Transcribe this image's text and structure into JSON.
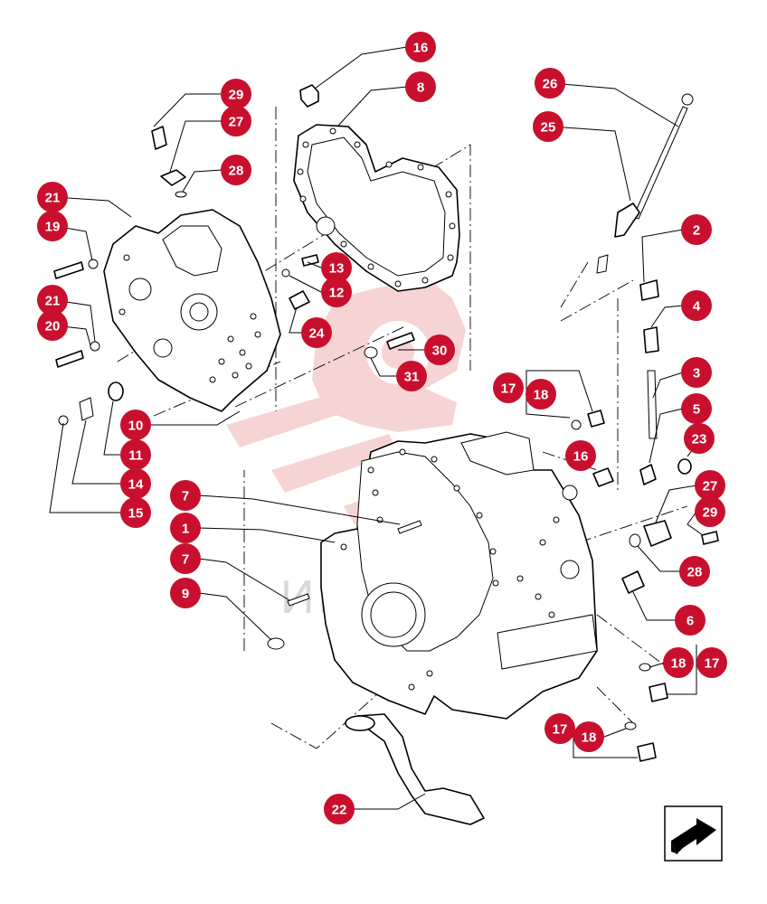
{
  "watermark": {
    "text": "ИНТЕХ",
    "color": "#f2b8b8"
  },
  "callout_color": "#c8102e",
  "callouts": [
    {
      "id": "c16a",
      "label": "16"
    },
    {
      "id": "c8",
      "label": "8"
    },
    {
      "id": "c29a",
      "label": "29"
    },
    {
      "id": "c27a",
      "label": "27"
    },
    {
      "id": "c28a",
      "label": "28"
    },
    {
      "id": "c21a",
      "label": "21"
    },
    {
      "id": "c19",
      "label": "19"
    },
    {
      "id": "c13",
      "label": "13"
    },
    {
      "id": "c12",
      "label": "12"
    },
    {
      "id": "c21b",
      "label": "21"
    },
    {
      "id": "c20",
      "label": "20"
    },
    {
      "id": "c24",
      "label": "24"
    },
    {
      "id": "c30",
      "label": "30"
    },
    {
      "id": "c31",
      "label": "31"
    },
    {
      "id": "c10",
      "label": "10"
    },
    {
      "id": "c11",
      "label": "11"
    },
    {
      "id": "c14",
      "label": "14"
    },
    {
      "id": "c15",
      "label": "15"
    },
    {
      "id": "c26",
      "label": "26"
    },
    {
      "id": "c25",
      "label": "25"
    },
    {
      "id": "c2",
      "label": "2"
    },
    {
      "id": "c4",
      "label": "4"
    },
    {
      "id": "c3",
      "label": "3"
    },
    {
      "id": "c5",
      "label": "5"
    },
    {
      "id": "c23",
      "label": "23"
    },
    {
      "id": "c17a",
      "label": "17"
    },
    {
      "id": "c18a",
      "label": "18"
    },
    {
      "id": "c16b",
      "label": "16"
    },
    {
      "id": "c27b",
      "label": "27"
    },
    {
      "id": "c29b",
      "label": "29"
    },
    {
      "id": "c28b",
      "label": "28"
    },
    {
      "id": "c6",
      "label": "6"
    },
    {
      "id": "c7a",
      "label": "7"
    },
    {
      "id": "c1",
      "label": "1"
    },
    {
      "id": "c7b",
      "label": "7"
    },
    {
      "id": "c9",
      "label": "9"
    },
    {
      "id": "c18b",
      "label": "18"
    },
    {
      "id": "c17b",
      "label": "17"
    },
    {
      "id": "c17c",
      "label": "17"
    },
    {
      "id": "c18c",
      "label": "18"
    },
    {
      "id": "c22",
      "label": "22"
    }
  ],
  "nav_icon": "arrow-next-icon"
}
